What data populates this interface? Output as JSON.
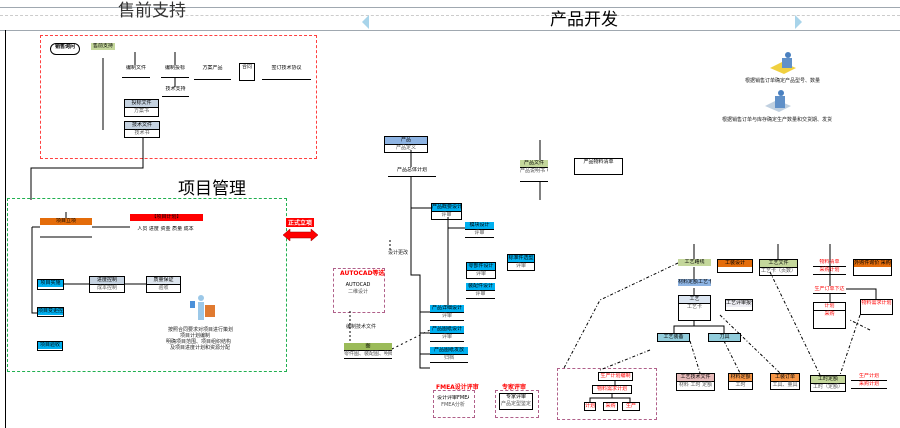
{
  "header": {
    "presale_title": "售前支持",
    "product_title": "产品开发",
    "project_title": "项目管理",
    "colors": {
      "arrow": "#a8d4ea",
      "presale_border": "#ff4040",
      "project_border": "#20b050",
      "dashed_group": "#b0608a"
    }
  },
  "tags": {
    "start_project": "正式立项",
    "autocad": "AUTOCAD等选",
    "design_support": "FMEA设计评审",
    "expert_review": "专家评审"
  },
  "nodes": {
    "sales_inquiry": {
      "label": "销售询问"
    },
    "presale_support": {
      "label": "售前支持"
    },
    "prepare_docs": {
      "label": "编制文件"
    },
    "prepare_bid": {
      "label": "编制投标"
    },
    "tech_support": {
      "label": "技术支持"
    },
    "solution_product": {
      "label": "方案产品"
    },
    "contract": {
      "label": "合同"
    },
    "tech_agreement": {
      "label": "签订技术协议"
    },
    "bid_doc": {
      "label": "投标文件",
      "sub": "方案书"
    },
    "tech_doc": {
      "label": "技术文件",
      "sub": "技术书"
    },
    "project_start": {
      "label": "项目立项"
    },
    "project_plan": {
      "label": "【项目计划】"
    },
    "project_plan_note": {
      "label": "人员 进度 资金 质量 成本"
    },
    "project_execute": {
      "label": "项目实施"
    },
    "project_change": {
      "label": "项目变更控制"
    },
    "project_close": {
      "label": "项目验收"
    },
    "progress": {
      "label": "进度控制",
      "sub": "成本控制"
    },
    "quality": {
      "label": "质量保证",
      "sub": "验收"
    },
    "product": {
      "label": "产品",
      "sub": "产品定义"
    },
    "product_plan": {
      "label": "产品总体计划"
    },
    "product_design": {
      "label": "产品概要设计",
      "sub": "评审"
    },
    "module_design": {
      "label": "模块设计",
      "sub": "评审"
    },
    "part_design": {
      "label": "零部件设计",
      "sub": "评审"
    },
    "assembly_design": {
      "label": "装配件设计",
      "sub": "评审"
    },
    "std_parts": {
      "label": "标准件选型",
      "sub": "评审"
    },
    "detail_design": {
      "label": "产品详细设计",
      "sub": "评审"
    },
    "drawing_design": {
      "label": "产品图纸设计",
      "sub": "评审"
    },
    "drawing_release": {
      "label": "产品图纸发放",
      "sub": "归档"
    },
    "autocad_box": {
      "label": "AUTOCAD",
      "sub": "二维设计"
    },
    "drawings": {
      "label": "图",
      "sub": "零件图、装配图、明细表"
    },
    "product_files": {
      "label": "产品文件",
      "sub": "产品说明书 明细表 说明书"
    },
    "product_bom": {
      "label": "产品物料清单"
    },
    "craft_route": {
      "label": "工艺路线"
    },
    "craft_orange": {
      "label": "工装设计"
    },
    "process_doc": {
      "label": "工艺文件",
      "sub": "工艺卡（页数）"
    },
    "red_list": {
      "label": "物料清单",
      "sub": "采购计划"
    },
    "outsourcing": {
      "label": "外购件询价 采购"
    },
    "craft_card": {
      "label": "材料定额工艺卡"
    },
    "craft_main": {
      "label": "工艺",
      "sub": "工艺卡"
    },
    "craft_design_note": {
      "label": "工艺评审报告"
    },
    "craft_equip": {
      "label": "工艺装备"
    },
    "craft_tool": {
      "label": "刀具"
    },
    "craft_tech": {
      "label": "工艺技术文件",
      "sub": "材料 工时 定额"
    },
    "material": {
      "label": "材料定额",
      "sub": "工时"
    },
    "tooling_order": {
      "label": "工装订单",
      "sub": "工具、量具"
    },
    "work_hours": {
      "label": "工时定额",
      "sub": "工时（定额）"
    },
    "plan_list": {
      "label": "生产计划",
      "sub": "采购计划"
    },
    "red_mid": {
      "label": "生产订单下达"
    },
    "red_rows": {
      "label": "计划",
      "sub": "采购"
    },
    "red_note": {
      "label": "物料需求计划"
    },
    "group_a": {
      "label": "生产计划编制"
    },
    "group_b": {
      "label": "物料需求计划"
    },
    "group_c1": {
      "label": "计划"
    },
    "group_c2": {
      "label": "采购"
    },
    "group_c3": {
      "label": "生产"
    },
    "support_box": {
      "label": "设计评审FMEA",
      "sub": "FMEA分析"
    },
    "expert_box": {
      "label": "专家评审",
      "sub": "产品定型鉴定"
    }
  },
  "notes": {
    "icon1_text": "根据销售订单确定产品型号、数量",
    "icon2_text": "根据销售订单与库存确定生产数量和交货期、发货",
    "person_text_1": "按照合同要求对项目进行策划",
    "person_text_2": "项目计划编制",
    "person_text_3": "明确项目范围、项目组织结构",
    "person_text_4": "及项目进度计划和资源分配",
    "flow_note_1": "设计更改",
    "flow_note_2": "编制技术文件"
  }
}
